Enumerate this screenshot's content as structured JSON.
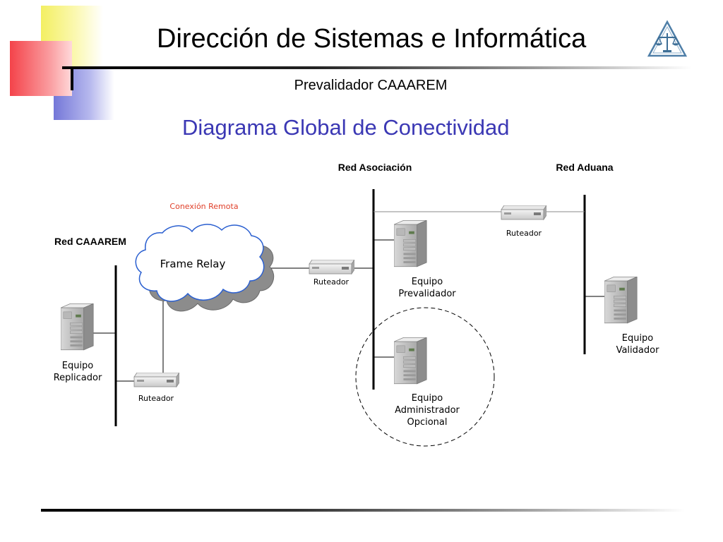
{
  "header": {
    "title": "Dirección de Sistemas e Informática",
    "subtitle": "Prevalidador CAAAREM",
    "logo_icon": "scales-of-justice-triangle-logo"
  },
  "diagram": {
    "title": "Diagrama Global de Conectividad",
    "networks": {
      "caaarem": "Red CAAAREM",
      "asociacion": "Red Asociación",
      "aduana": "Red Aduana"
    },
    "cloud": {
      "label": "Frame Relay",
      "caption": "Conexión Remota"
    },
    "routers": {
      "caaarem": "Ruteador",
      "asociacion": "Ruteador",
      "aduana": "Ruteador"
    },
    "servers": {
      "replicador": [
        "Equipo",
        "Replicador"
      ],
      "prevalidador": [
        "Equipo",
        "Prevalidador"
      ],
      "administrador": [
        "Equipo",
        "Administrador",
        "Opcional"
      ],
      "validador": [
        "Equipo",
        "Validador"
      ]
    }
  },
  "colors": {
    "title_blue": "#3b38b4",
    "cloud_outline": "#2a5fd0",
    "remote_caption": "#e0402a"
  }
}
